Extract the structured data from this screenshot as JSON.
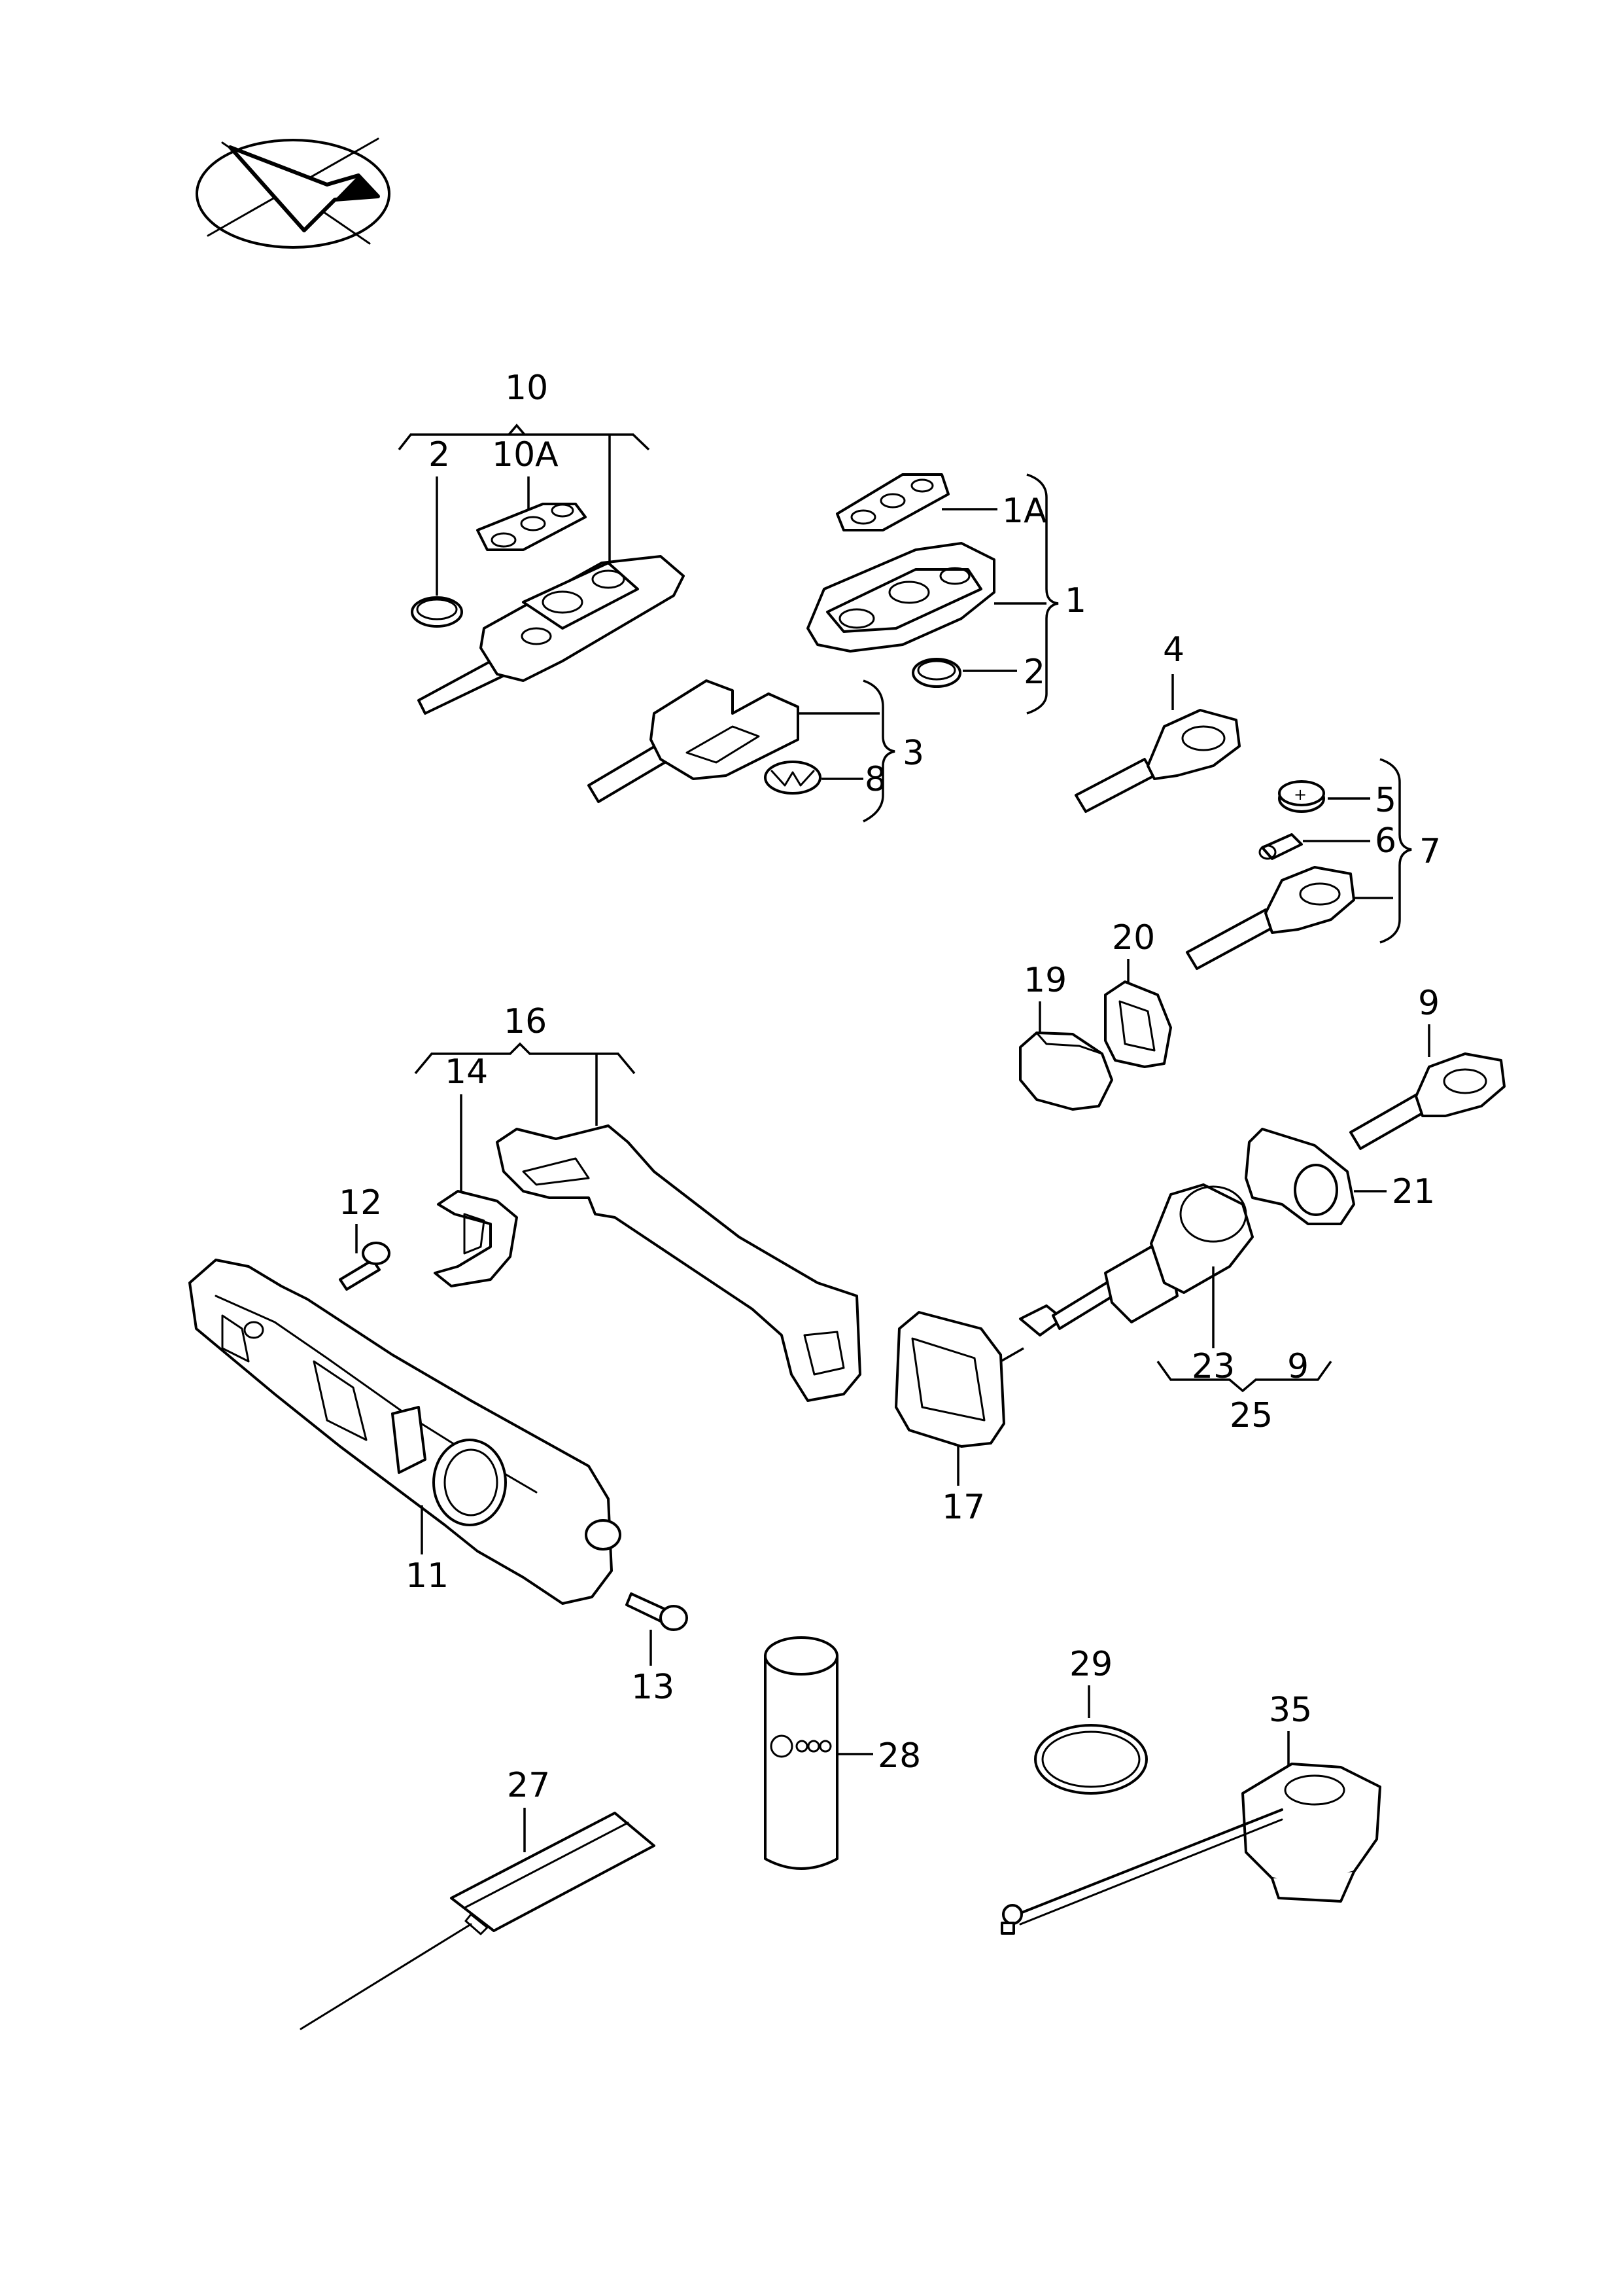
{
  "callouts": {
    "c10": "10",
    "c10a": "10A",
    "c2a": "2",
    "c1a": "1A",
    "c1": "1",
    "c2b": "2",
    "c3": "3",
    "c8": "8",
    "c4": "4",
    "c5": "5",
    "c6": "6",
    "c7": "7",
    "c20": "20",
    "c19": "19",
    "c9a": "9",
    "c21": "21",
    "c16": "16",
    "c14": "14",
    "c12": "12",
    "c11": "11",
    "c13": "13",
    "c23": "23",
    "c9b": "9",
    "c25": "25",
    "c17": "17",
    "c29": "29",
    "c35": "35",
    "c27": "27",
    "c28": "28"
  }
}
